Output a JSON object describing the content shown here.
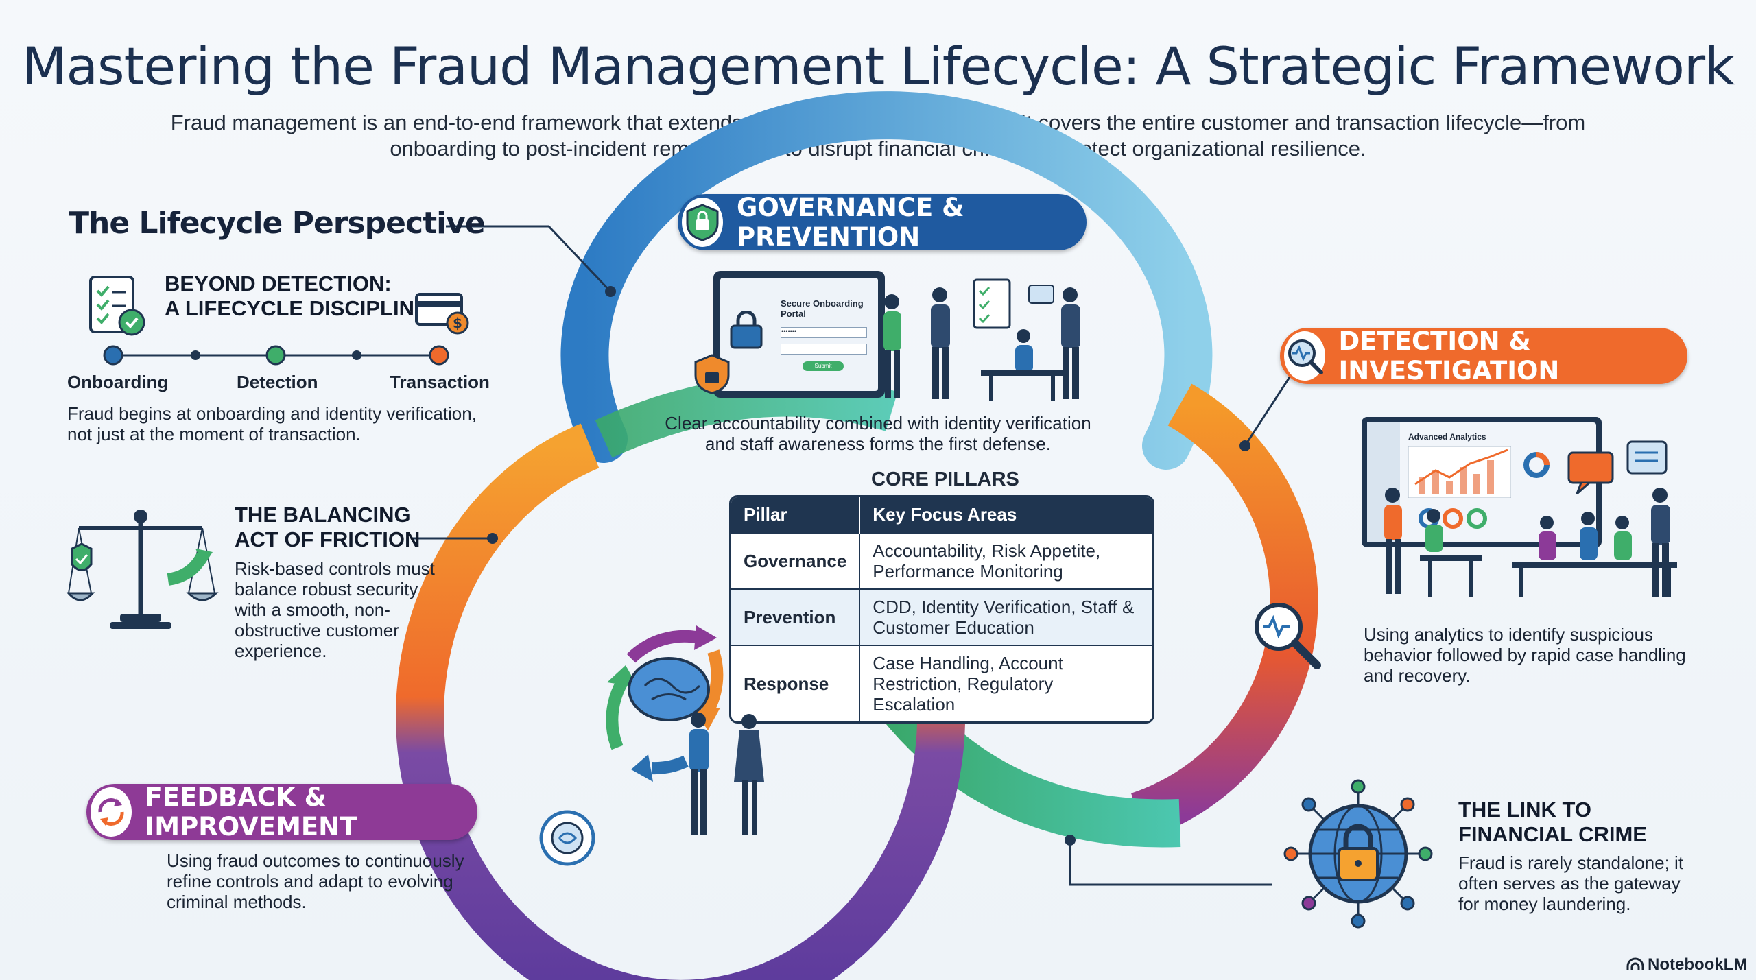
{
  "title": "Mastering the Fraud Management Lifecycle: A Strategic Framework",
  "subtitle": "Fraud management is an end-to-end framework that extends far beyond simple detection. It covers the entire customer and transaction lifecycle—from onboarding to post-incident remediation—to disrupt financial crime and protect organizational resilience.",
  "lifecycle_perspective": {
    "heading": "The Lifecycle Perspective",
    "beyond": {
      "heading_line1": "BEYOND DETECTION:",
      "heading_line2": "A LIFECYCLE DISCIPLINE",
      "timeline": [
        "Onboarding",
        "Detection",
        "Transaction"
      ],
      "text": "Fraud begins at onboarding and identity verification, not just at the moment of transaction."
    },
    "friction": {
      "heading_line1": "THE BALANCING",
      "heading_line2": "ACT OF FRICTION",
      "text": "Risk-based controls must balance robust security with a smooth, non-obstructive customer experience."
    }
  },
  "governance": {
    "label": "GOVERNANCE & PREVENTION",
    "portal_title": "Secure Onboarding Portal",
    "portal_password": "•••••••",
    "portal_button": "Submit",
    "caption": "Clear accountability combined with identity verification and staff awareness forms the first defense."
  },
  "core_pillars": {
    "heading": "CORE PILLARS",
    "col_pillar": "Pillar",
    "col_focus": "Key Focus Areas",
    "rows": [
      {
        "pillar": "Governance",
        "focus": "Accountability, Risk Appetite, Performance Monitoring"
      },
      {
        "pillar": "Prevention",
        "focus": "CDD, Identity Verification, Staff & Customer Education"
      },
      {
        "pillar": "Response",
        "focus": "Case Handling, Account Restriction, Regulatory Escalation"
      }
    ]
  },
  "detection": {
    "label": "DETECTION & INVESTIGATION",
    "dashboard_title": "Advanced Analytics",
    "caption": "Using analytics to identify suspicious behavior followed by rapid case handling and recovery."
  },
  "feedback": {
    "label": "FEEDBACK & IMPROVEMENT",
    "caption": "Using fraud outcomes to continuously refine controls and adapt to evolving criminal methods."
  },
  "financial_crime": {
    "heading_line1": "THE LINK TO",
    "heading_line2": "FINANCIAL CRIME",
    "text": "Fraud is rarely standalone; it often serves as the gateway for money laundering."
  },
  "brand": "NotebookLM",
  "colors": {
    "navy": "#1f3550",
    "blue": "#2a6fb0",
    "orange": "#ef6a2c",
    "purple": "#8e3a96",
    "green": "#3fae6a"
  }
}
